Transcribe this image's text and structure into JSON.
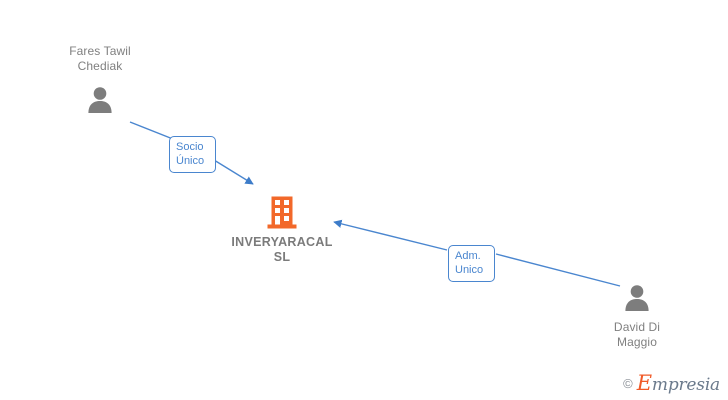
{
  "graph": {
    "background_color": "#ffffff",
    "edge_color": "#4a86cf",
    "company_color": "#f2682a",
    "person_color": "#808080",
    "nodes": [
      {
        "id": "fares",
        "type": "person",
        "icon": "person-icon",
        "label": "Fares Tawil\nChediak"
      },
      {
        "id": "company",
        "type": "company",
        "icon": "building-icon",
        "label": "INVERYARACAL\nSL"
      },
      {
        "id": "david",
        "type": "person",
        "icon": "person-icon",
        "label": "David Di\nMaggio"
      }
    ],
    "edges": [
      {
        "id": "socio",
        "from": "fares",
        "to": "company",
        "label": "Socio\nÚnico"
      },
      {
        "id": "adm",
        "from": "david",
        "to": "company",
        "label": "Adm.\nUnico"
      }
    ]
  },
  "watermark": {
    "copyright": "©",
    "brand_initial": "E",
    "brand_rest": "mpresia"
  }
}
